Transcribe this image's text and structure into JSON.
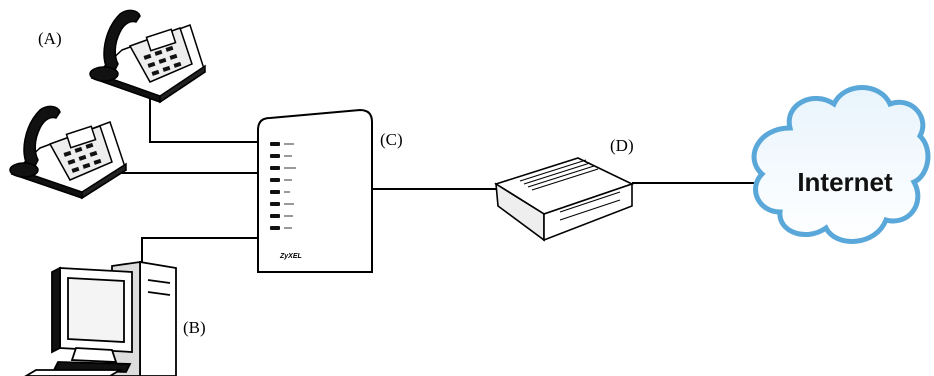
{
  "labels": {
    "phone_a": "(A)",
    "computer_b": "(B)",
    "gateway_c": "(C)",
    "modem_d": "(D)"
  },
  "gateway": {
    "brand": "ZyXEL"
  },
  "cloud": {
    "text": "Internet",
    "color": "#5aa7d9"
  }
}
